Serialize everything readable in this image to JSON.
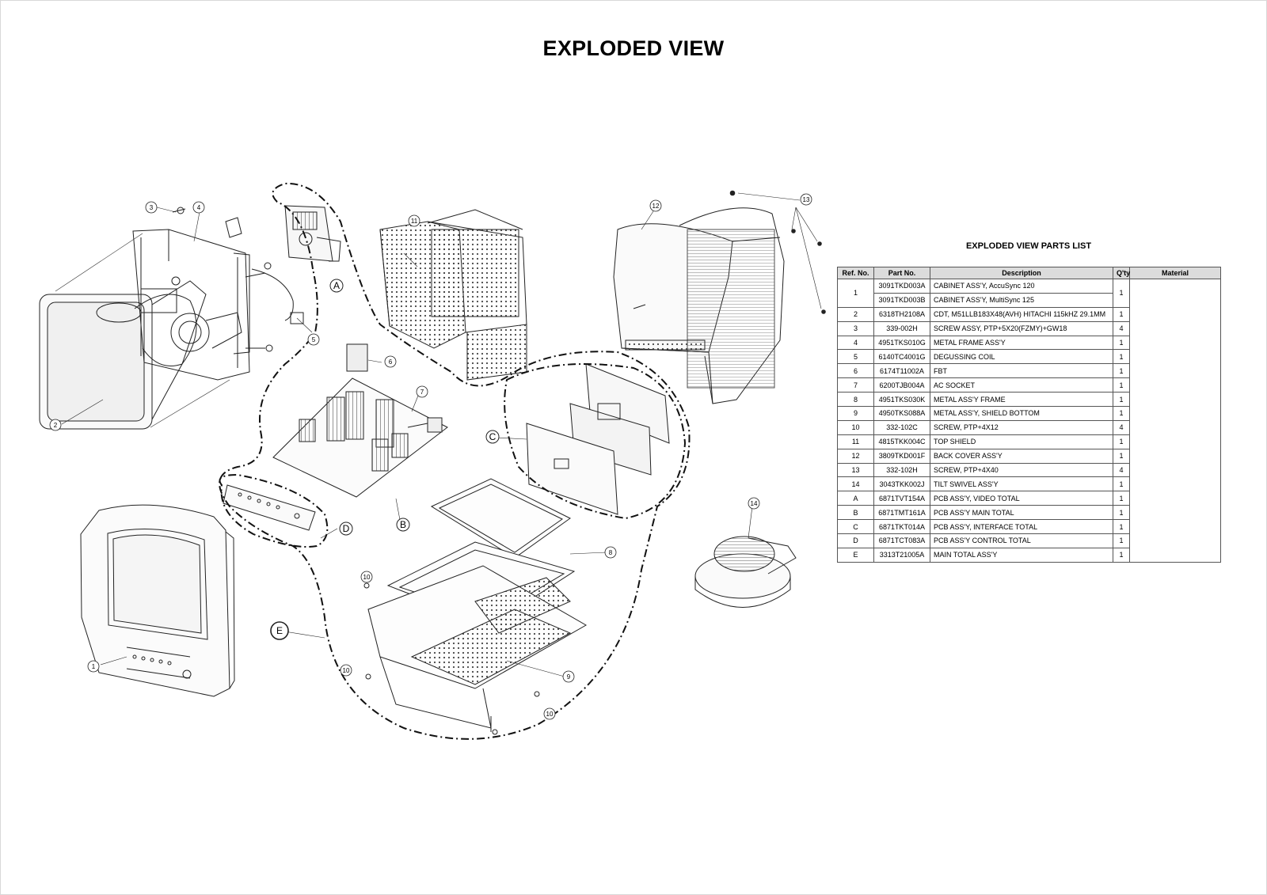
{
  "page": {
    "title": "EXPLODED VIEW"
  },
  "diagram": {
    "callouts": [
      "1",
      "2",
      "3",
      "4",
      "5",
      "6",
      "7",
      "8",
      "9",
      "10",
      "11",
      "12",
      "13",
      "14"
    ],
    "assembly_labels": [
      "A",
      "B",
      "C",
      "D",
      "E"
    ]
  },
  "parts_list": {
    "title": "EXPLODED VIEW PARTS LIST",
    "headers": [
      "Ref. No.",
      "Part No.",
      "Description",
      "Q'ty",
      "Material"
    ],
    "rows": [
      {
        "ref": "1",
        "part": "3091TKD003A",
        "desc": "CABINET ASS'Y, AccuSync 120",
        "qty": "1",
        "material": ""
      },
      {
        "ref": "",
        "part": "3091TKD003B",
        "desc": "CABINET ASS'Y, MultiSync 125",
        "qty": "",
        "material": ""
      },
      {
        "ref": "2",
        "part": "6318TH2108A",
        "desc": "CDT, M51LLB183X48(AVH) HITACHI 115kHZ 29.1MM",
        "qty": "1",
        "material": ""
      },
      {
        "ref": "3",
        "part": "339-002H",
        "desc": "SCREW ASSY, PTP+5X20(FZMY)+GW18",
        "qty": "4",
        "material": ""
      },
      {
        "ref": "4",
        "part": "4951TKS010G",
        "desc": "METAL FRAME ASS'Y",
        "qty": "1",
        "material": ""
      },
      {
        "ref": "5",
        "part": "6140TC4001G",
        "desc": "DEGUSSING COIL",
        "qty": "1",
        "material": ""
      },
      {
        "ref": "6",
        "part": "6174T11002A",
        "desc": "FBT",
        "qty": "1",
        "material": ""
      },
      {
        "ref": "7",
        "part": "6200TJB004A",
        "desc": "AC SOCKET",
        "qty": "1",
        "material": ""
      },
      {
        "ref": "8",
        "part": "4951TKS030K",
        "desc": "METAL ASS'Y FRAME",
        "qty": "1",
        "material": ""
      },
      {
        "ref": "9",
        "part": "4950TKS088A",
        "desc": "METAL ASS'Y, SHIELD BOTTOM",
        "qty": "1",
        "material": ""
      },
      {
        "ref": "10",
        "part": "332-102C",
        "desc": "SCREW, PTP+4X12",
        "qty": "4",
        "material": ""
      },
      {
        "ref": "11",
        "part": "4815TKK004C",
        "desc": "TOP SHIELD",
        "qty": "1",
        "material": ""
      },
      {
        "ref": "12",
        "part": "3809TKD001F",
        "desc": "BACK COVER ASS'Y",
        "qty": "1",
        "material": ""
      },
      {
        "ref": "13",
        "part": "332-102H",
        "desc": "SCREW, PTP+4X40",
        "qty": "4",
        "material": ""
      },
      {
        "ref": "14",
        "part": "3043TKK002J",
        "desc": "TILT SWIVEL ASS'Y",
        "qty": "1",
        "material": ""
      },
      {
        "ref": "A",
        "part": "6871TVT154A",
        "desc": "PCB ASS'Y, VIDEO TOTAL",
        "qty": "1",
        "material": ""
      },
      {
        "ref": "B",
        "part": "6871TMT161A",
        "desc": "PCB ASS'Y MAIN TOTAL",
        "qty": "1",
        "material": ""
      },
      {
        "ref": "C",
        "part": "6871TKT014A",
        "desc": "PCB ASS'Y, INTERFACE TOTAL",
        "qty": "1",
        "material": ""
      },
      {
        "ref": "D",
        "part": "6871TCT083A",
        "desc": "PCB ASS'Y CONTROL TOTAL",
        "qty": "1",
        "material": ""
      },
      {
        "ref": "E",
        "part": "3313T21005A",
        "desc": "MAIN TOTAL ASS'Y",
        "qty": "1",
        "material": ""
      }
    ]
  }
}
